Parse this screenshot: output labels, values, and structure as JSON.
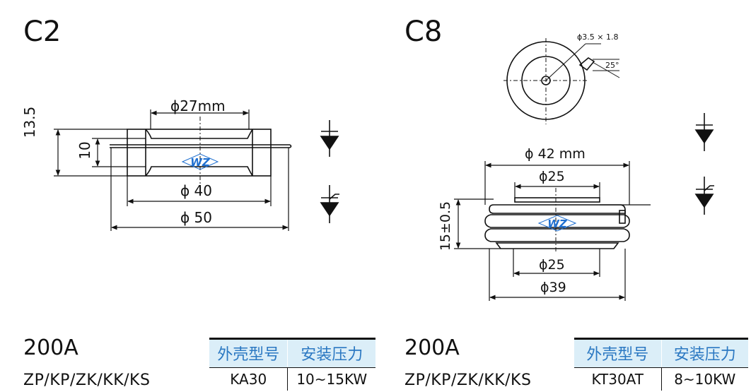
{
  "left": {
    "title": "C2",
    "dims": {
      "d27": "ϕ27mm",
      "d40": "ϕ 40",
      "d50": "ϕ 50",
      "h135": "13.5",
      "h10": "10"
    },
    "rating": "200A",
    "series": "ZP/KP/ZK/KK/KS",
    "table": {
      "headers": [
        "外壳型号",
        "安装压力"
      ],
      "row": [
        "KA30",
        "10~15KW"
      ]
    }
  },
  "right": {
    "title": "C8",
    "dims": {
      "lead": "ϕ3.5 × 1.8",
      "angle": "25°",
      "d42": "ϕ 42 mm",
      "d25top": "ϕ25",
      "h15": "15±0.5",
      "d25bot": "ϕ25",
      "d39": "ϕ39"
    },
    "rating": "200A",
    "series": "ZP/KP/ZK/KK/KS",
    "table": {
      "headers": [
        "外壳型号",
        "安装压力"
      ],
      "row": [
        "KT30AT",
        "8~10KW"
      ]
    }
  },
  "logo": {
    "text": "WZ"
  },
  "colors": {
    "header_bg": "#dbeef8",
    "header_text": "#2b78c2",
    "logo_blue": "#1e6fd0"
  }
}
